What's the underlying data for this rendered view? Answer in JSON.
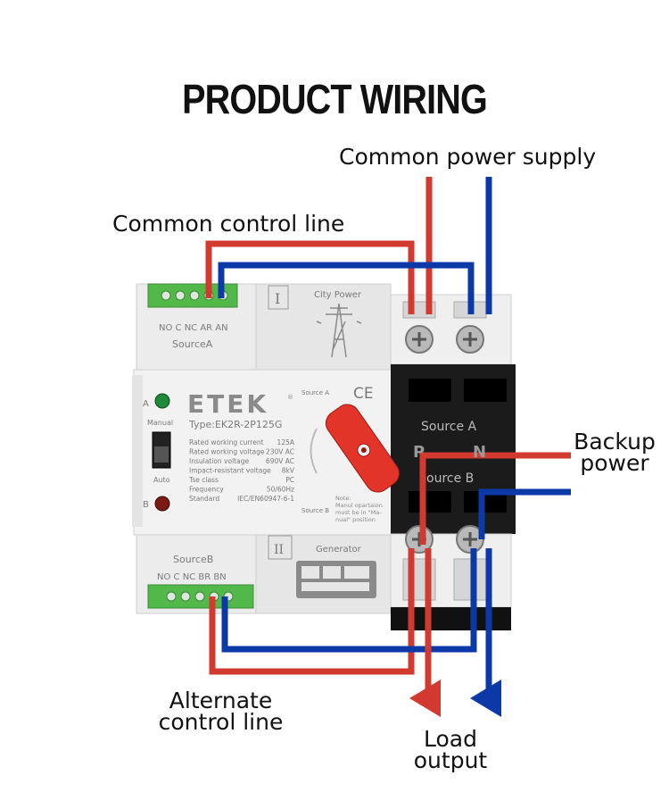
{
  "title": "PRODUCT WIRING",
  "labels": {
    "common_power_supply": "Common power supply",
    "common_control_line": "Common control line",
    "backup_power_1": "Backup",
    "backup_power_2": "power",
    "alternate_control_1": "Alternate",
    "alternate_control_2": "control line",
    "load_output_1": "Load",
    "load_output_2": "output"
  },
  "device": {
    "brand": "ETEK",
    "brand_mark": "®",
    "type": "Type:EK2R-2P125G",
    "ce": "CE",
    "terminal_top": "NO C NC AR AN",
    "source_a_panel": "SourceA",
    "terminal_bottom": "NO C NC BR BN",
    "source_b_panel": "SourceB",
    "city_power": "City Power",
    "generator": "Generator",
    "roman_one": "I",
    "roman_two": "II",
    "indicator_a": "A",
    "indicator_b": "B",
    "manual": "Manual",
    "auto": "Auto",
    "source_a_small": "Source A",
    "source_b_small": "Source B",
    "source_a_black": "Source A",
    "source_b_black": "ource B",
    "p_letter": "P",
    "n_letter": "N",
    "note": [
      "Note:",
      "Manul opartaion",
      "must be in \"Ma-",
      "nual\" position"
    ],
    "specs": [
      {
        "name": "Rated working current",
        "value": "125A"
      },
      {
        "name": "Rated working voltage",
        "value": "230V AC"
      },
      {
        "name": "Insulation voltage",
        "value": "690V AC"
      },
      {
        "name": "Impact-resistant voltage",
        "value": "8kV"
      },
      {
        "name": "Tse class",
        "value": "PC"
      },
      {
        "name": "Frequency",
        "value": "50/60Hz"
      },
      {
        "name": "Standard",
        "value": "IEC/EN60947-6-1"
      }
    ]
  },
  "colors": {
    "live": "#d23a30",
    "neutral": "#0b3aa8",
    "terminal_green": "#52b84a",
    "handle": "#e3342a"
  }
}
